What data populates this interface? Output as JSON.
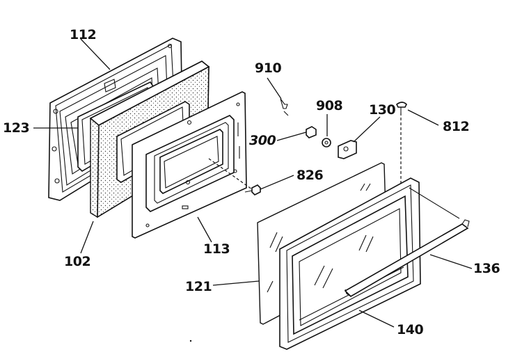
{
  "diagram": {
    "callouts": {
      "c112": "112",
      "c123": "123",
      "c102": "102",
      "c113": "113",
      "c910": "910",
      "c908": "908",
      "c130": "130",
      "c812": "812",
      "c300": "300",
      "c826": "826",
      "c121": "121",
      "c136": "136",
      "c140": "140"
    }
  }
}
